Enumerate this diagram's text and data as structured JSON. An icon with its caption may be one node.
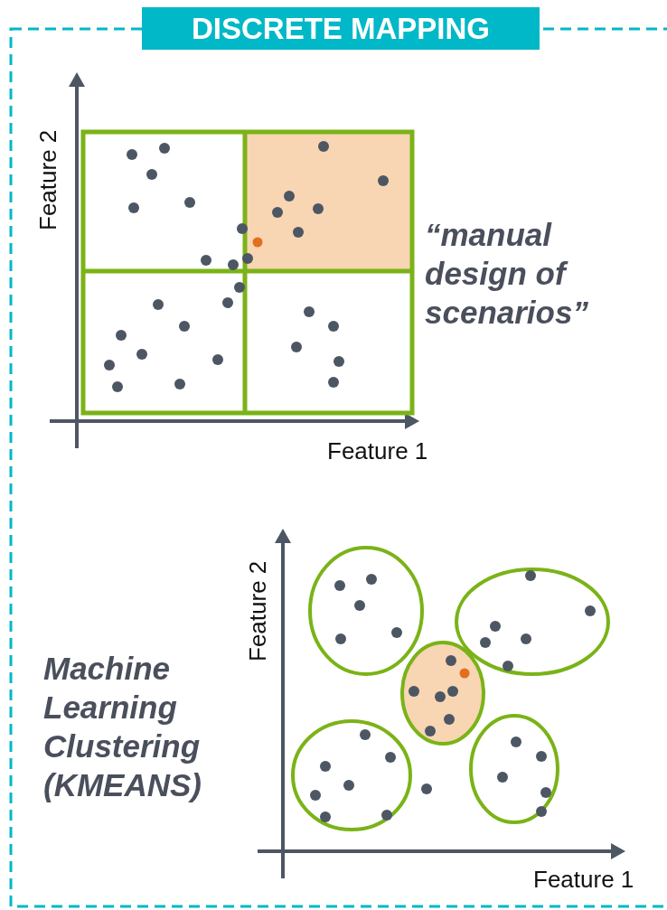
{
  "diagram": {
    "title": "DISCRETE MAPPING",
    "labels": [
      "Feature 2",
      "Feature 1",
      "“manual design of scenarios”",
      "Feature 2",
      "Feature 1",
      "Machine Learning Clustering (KMEANS)"
    ]
  }
}
